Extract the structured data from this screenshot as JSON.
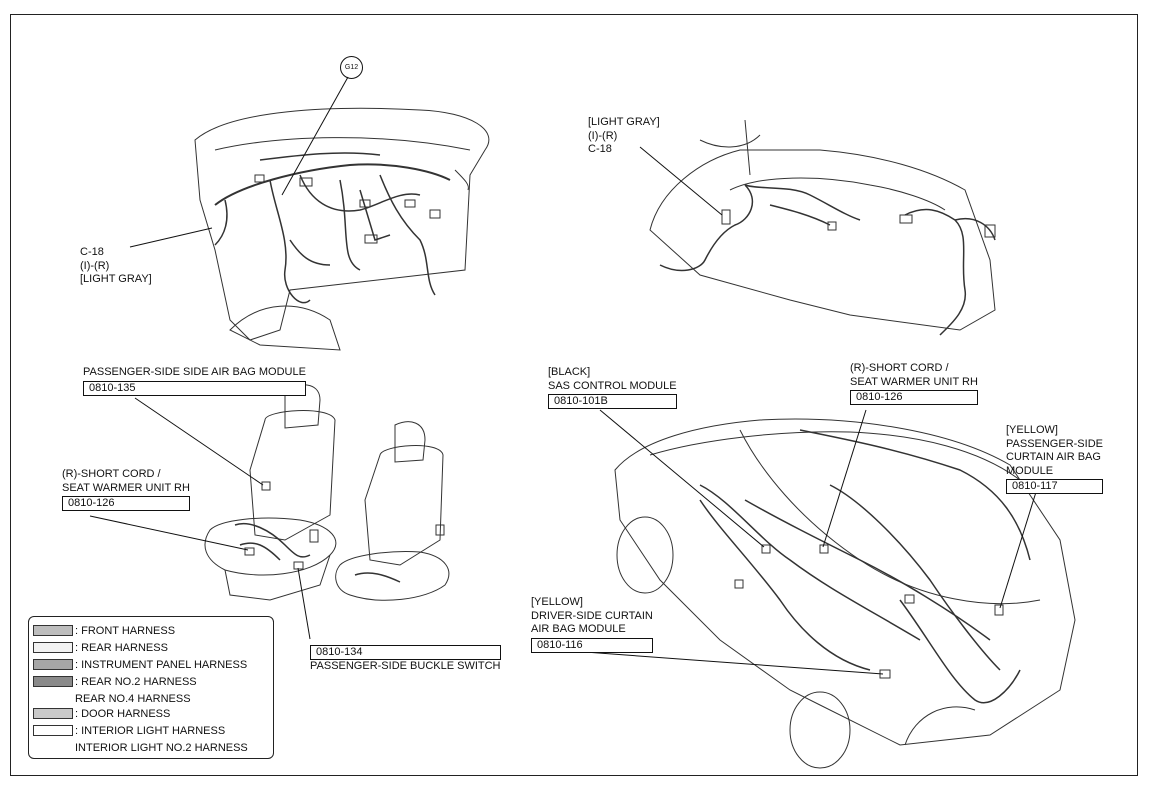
{
  "callouts": {
    "top_left_connector": {
      "line1": "C-18",
      "line2": "(I)-(R)",
      "line3": "[LIGHT GRAY]"
    },
    "ground_point": "G12",
    "top_right_connector": {
      "line1": "[LIGHT GRAY]",
      "line2": "(I)-(R)",
      "line3": "C-18"
    },
    "passenger_side_airbag": {
      "name": "PASSENGER-SIDE SIDE AIR BAG MODULE",
      "code": "0810-135"
    },
    "short_cord_left": {
      "line1": "(R)-SHORT CORD /",
      "line2": "SEAT WARMER UNIT RH",
      "code": "0810-126"
    },
    "buckle_switch": {
      "code": "0810-134",
      "name": "PASSENGER-SIDE BUCKLE SWITCH"
    },
    "sas_module": {
      "line1": "[BLACK]",
      "line2": "SAS CONTROL MODULE",
      "code": "0810-101B"
    },
    "short_cord_right": {
      "line1": "(R)-SHORT CORD /",
      "line2": "SEAT WARMER UNIT RH",
      "code": "0810-126"
    },
    "passenger_curtain": {
      "line1": "[YELLOW]",
      "line2": "PASSENGER-SIDE",
      "line3": "CURTAIN AIR BAG",
      "line4": "MODULE",
      "code": "0810-117"
    },
    "driver_curtain": {
      "line1": "[YELLOW]",
      "line2": "DRIVER-SIDE CURTAIN",
      "line3": "AIR BAG MODULE",
      "code": "0810-116"
    }
  },
  "legend": [
    {
      "label": ": FRONT HARNESS",
      "color": "#bdbdbd"
    },
    {
      "label": ": REAR HARNESS",
      "color": "#f2f2f2"
    },
    {
      "label": ": INSTRUMENT PANEL HARNESS",
      "color": "#a6a6a6"
    },
    {
      "label": ": REAR NO.2 HARNESS",
      "label2": "REAR NO.4 HARNESS",
      "color": "#8a8a8a"
    },
    {
      "label": ": DOOR HARNESS",
      "color": "#c9c9c9"
    },
    {
      "label": ": INTERIOR LIGHT HARNESS",
      "label2": "INTERIOR LIGHT NO.2 HARNESS",
      "color": "#ffffff"
    }
  ]
}
